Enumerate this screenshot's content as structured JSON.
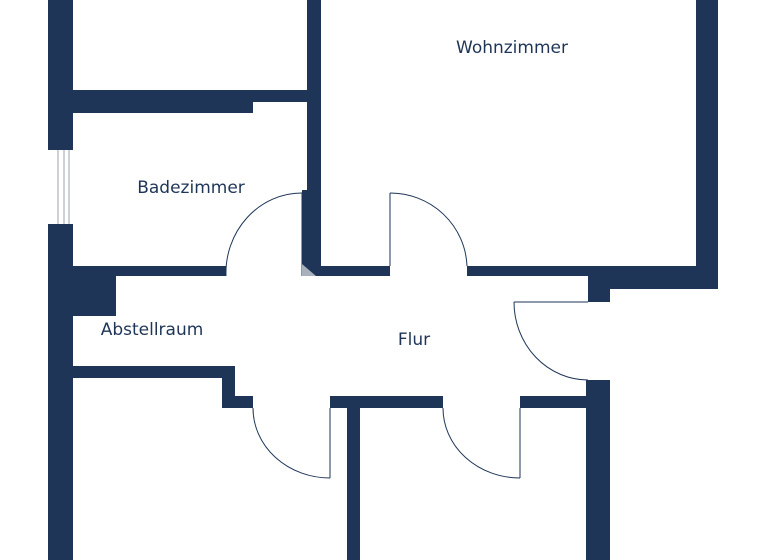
{
  "floorplan": {
    "colors": {
      "wall": "#1e3557",
      "background": "#ffffff",
      "door_line": "#1e3557",
      "window_line": "#9aa3b0",
      "door_stop": "#a8b0bc"
    },
    "rooms": {
      "wohnzimmer": "Wohnzimmer",
      "badezimmer": "Badezimmer",
      "abstellraum": "Abstellraum",
      "flur": "Flur"
    }
  }
}
